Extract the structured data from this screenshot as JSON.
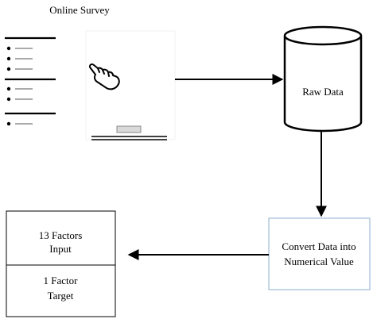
{
  "title": "Online Survey",
  "nodes": {
    "raw_data": {
      "label": "Raw Data"
    },
    "convert": {
      "line1": "Convert Data into",
      "line2": "Numerical Value"
    },
    "dataset": {
      "input": {
        "line1": "13 Factors",
        "line2": "Input"
      },
      "target": {
        "line1": "1 Factor",
        "line2": "Target"
      }
    }
  },
  "icons": {
    "survey_form": "survey-form-icon",
    "pointer": "pointing-hand-icon",
    "cylinder": "database-cylinder-icon"
  },
  "colors": {
    "line": "#000000",
    "convert_border": "#9fbcd9",
    "grey_bar": "#d9d9d9"
  }
}
